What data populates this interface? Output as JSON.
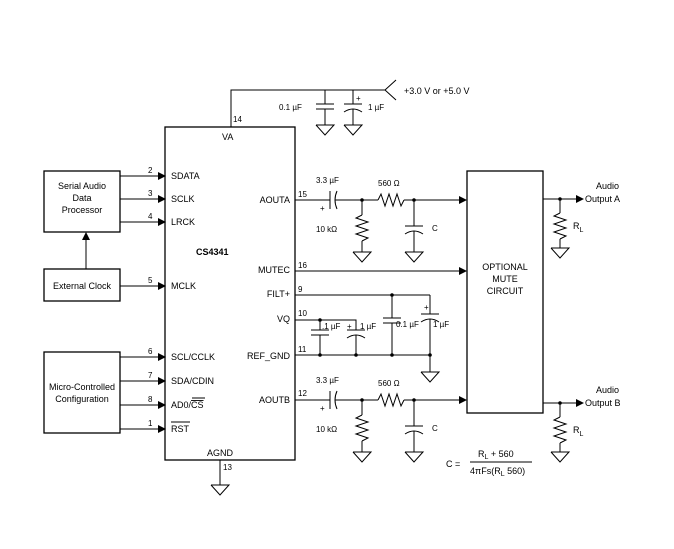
{
  "supply": {
    "voltage": "+3.0 V or +5.0 V",
    "cap_left": "0.1 µF",
    "cap_right": "1 µF",
    "plus": "+",
    "pin": "14"
  },
  "chip": {
    "name": "CS4341",
    "pins_left": [
      {
        "num": "2",
        "name": "SDATA"
      },
      {
        "num": "3",
        "name": "SCLK"
      },
      {
        "num": "4",
        "name": "LRCK"
      },
      {
        "num": "5",
        "name": "MCLK"
      },
      {
        "num": "6",
        "name": "SCL/CCLK"
      },
      {
        "num": "7",
        "name": "SDA/CDIN"
      },
      {
        "num": "8",
        "name": "AD0/",
        "overbar": "CS"
      },
      {
        "num": "1",
        "name": "",
        "overbar": "RST"
      }
    ],
    "pins_right": [
      {
        "num": "15",
        "name": "AOUTA"
      },
      {
        "num": "16",
        "name": "MUTEC"
      },
      {
        "num": "9",
        "name": "FILT+"
      },
      {
        "num": "10",
        "name": "VQ"
      },
      {
        "num": "11",
        "name": "REF_GND"
      },
      {
        "num": "12",
        "name": "AOUTB"
      }
    ],
    "top": {
      "name": "VA"
    },
    "bottom": {
      "name": "AGND",
      "num": "13"
    }
  },
  "blocks": {
    "serial_audio": [
      "Serial Audio",
      "Data",
      "Processor"
    ],
    "external_clock": "External Clock",
    "micro": [
      "Micro-Controlled",
      "Configuration"
    ],
    "mute": [
      "OPTIONAL",
      "MUTE",
      "CIRCUIT"
    ]
  },
  "filter_a": {
    "cap": "3.3 µF",
    "res": "560 Ω",
    "bias": "10 kΩ",
    "c": "C",
    "plus": "+",
    "out_label": [
      "Audio",
      "Output A"
    ],
    "rl": "R",
    "rl_sub": "L"
  },
  "filter_b": {
    "cap": "3.3 µF",
    "res": "560 Ω",
    "bias": "10 kΩ",
    "c": "C",
    "plus": "+",
    "out_label": [
      "Audio",
      "Output B"
    ],
    "rl": "R",
    "rl_sub": "L"
  },
  "vq_caps": {
    "c1": ".1 µF",
    "c2": "1 µF",
    "c3": "0.1 µF",
    "c4": "1 µF",
    "plus": "+"
  },
  "formula": {
    "lhs": "C =",
    "num_r": "R",
    "num_sub": "L",
    "num_rest": " + 560",
    "den_pre": "4πFs(R",
    "den_sub": "L",
    "den_rest": " 560)"
  }
}
